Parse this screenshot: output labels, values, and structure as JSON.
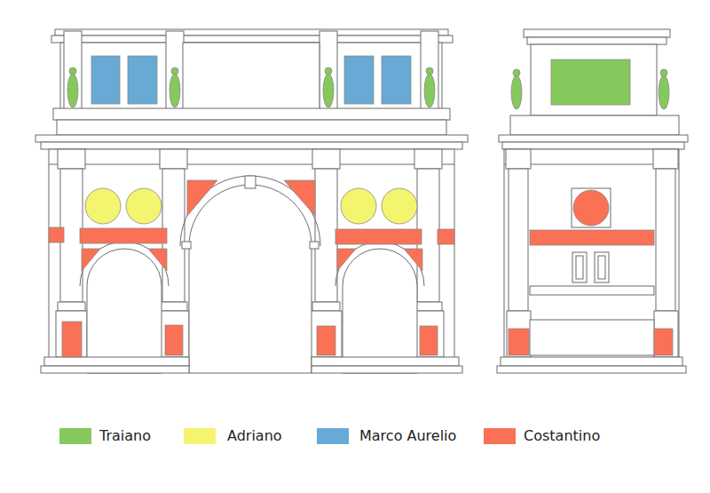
{
  "diagram": {
    "legend": [
      {
        "text": "Traiano",
        "color": "#85c85c"
      },
      {
        "text": "Adriano",
        "color": "#f4f56f"
      },
      {
        "text": "Marco Aurelio",
        "color": "#67aad5"
      },
      {
        "text": "Costantino",
        "color": "#fa7155"
      }
    ]
  }
}
